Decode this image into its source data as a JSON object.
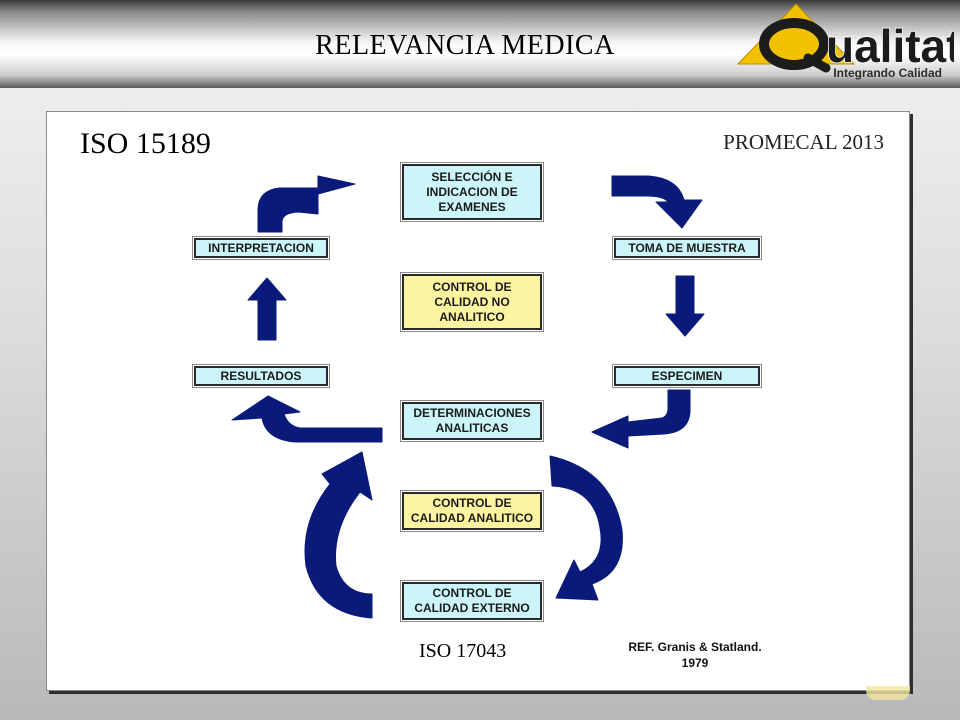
{
  "header": {
    "title": "RELEVANCIA MEDICA",
    "logo": {
      "text": "ualitat",
      "tagline": "Integrando Calidad",
      "accent_color": "#f2c200"
    }
  },
  "labels": {
    "iso15189": "ISO 15189",
    "promecal": "PROMECAL 2013",
    "iso17043": "ISO 17043",
    "reference": "REF. Granis & Statland.\n1979"
  },
  "diagram": {
    "boxes": {
      "seleccion": "SELECCIÓN E\nINDICACION DE\nEXAMENES",
      "toma": "TOMA DE MUESTRA",
      "especimen": "ESPECIMEN",
      "determinaciones": "DETERMINACIONES\nANALITICAS",
      "resultados": "RESULTADOS",
      "interpretacion": "INTERPRETACION",
      "control_no_analitico": "CONTROL DE\nCALIDAD NO\nANALITICO",
      "control_analitico": "CONTROL DE\nCALIDAD ANALITICO",
      "control_externo": "CONTROL DE\nCALIDAD EXTERNO"
    },
    "colors": {
      "process_box": "#ccf5f9",
      "control_box": "#fdf4a2",
      "arrow": "#0a1a7a"
    }
  }
}
